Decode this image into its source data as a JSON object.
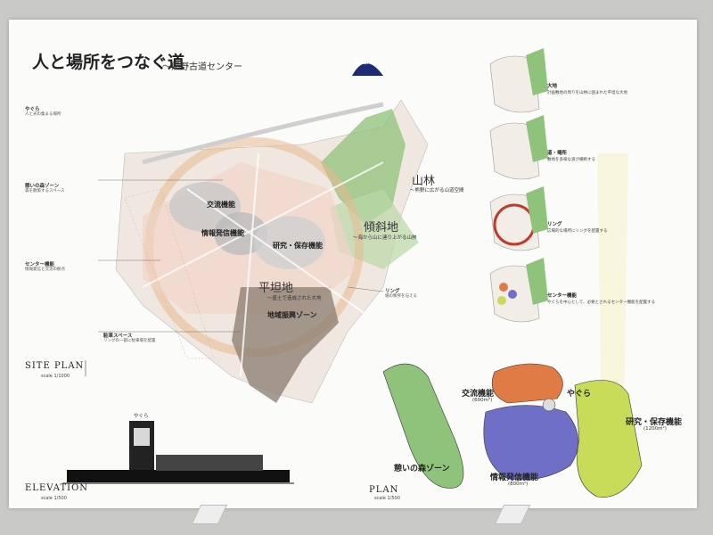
{
  "title": "人と場所をつなぐ道",
  "subtitle": "〜熊野古道センター",
  "top_label": "尾鷲湾",
  "site_labels": {
    "sanrin": "山林",
    "sanrin_sub": "〜熊野に広がる山道空間",
    "keishachi": "傾斜地",
    "keishachi_sub": "〜海から山に連り上がる山林",
    "heitanchi": "平坦地",
    "heitanchi_sub": "〜盛土で造成された大地",
    "koryu": "交流機能",
    "johohassin": "情報発信機能",
    "kenkyu": "研究・保存機能",
    "chiiki": "地域振興ゾーン"
  },
  "annotations": [
    {
      "head": "やぐら",
      "text": "人と光の集まる場所"
    },
    {
      "head": "憩いの森ゾーン",
      "text": "森を散策するスペース"
    },
    {
      "head": "センター機能",
      "text": "情報発信と交流の拠点"
    },
    {
      "head": "駐車スペース",
      "text": "リングの一部に駐車場を配置"
    },
    {
      "head": "リング",
      "text": "場の秩序を与える"
    }
  ],
  "site_plan": {
    "caption": "SITE PLAN",
    "scale": "scale 1/1000"
  },
  "elevation": {
    "caption": "ELEVATION",
    "scale": "scale 1/500",
    "tower_label": "やぐら"
  },
  "plan": {
    "caption": "PLAN",
    "scale": "scale 1/500",
    "forest_label": "憩いの森ゾーン",
    "koryu": "交流機能",
    "koryu_area": "(600m²)",
    "yagura": "やぐら",
    "kenkyu": "研究・保存機能",
    "kenkyu_area": "(1200m²)",
    "johohassin": "情報発信機能",
    "johohassin_area": "(800m²)"
  },
  "diagrams": [
    {
      "title": "大地",
      "text": "計画敷地の周りを山林に囲まれた平坦な大地"
    },
    {
      "title": "道・場所",
      "text": "敷地を多様な道が横断する"
    },
    {
      "title": "リング",
      "text": "広場的な場所にリングを配置する"
    },
    {
      "title": "センター機能",
      "text": "やぐらを中心として、必要とされるセンター機能を配置する"
    }
  ],
  "colors": {
    "forest": "#8fc27a",
    "ring": "#e9b88f",
    "koryu": "#e07b45",
    "johohassin": "#6f6fc8",
    "kenkyu": "#c9dc5a",
    "accent_blue": "#1e2a78"
  }
}
